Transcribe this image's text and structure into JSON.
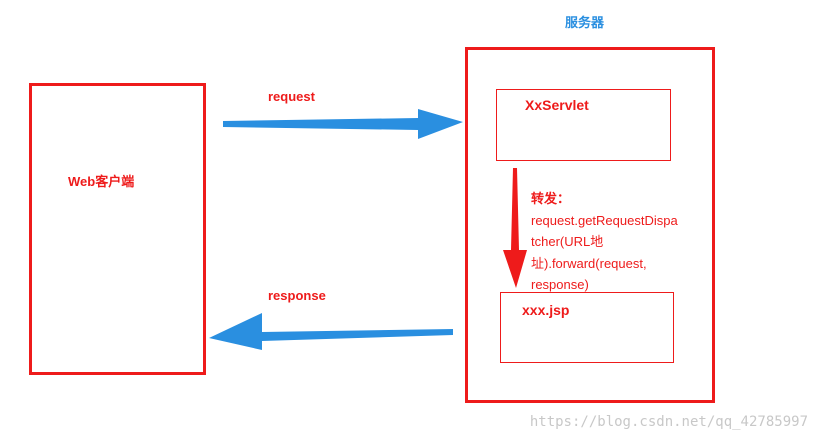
{
  "server": {
    "title": "服务器",
    "servlet_label": "XxServlet",
    "jsp_label": "xxx.jsp",
    "forward_note": {
      "title": "转发：",
      "lines": [
        "request.getRequestDispa",
        "tcher(URL地",
        "址).forward(request,",
        "response)"
      ]
    }
  },
  "client": {
    "label": "Web客户端"
  },
  "edges": {
    "request_label": "request",
    "response_label": "response"
  },
  "colors": {
    "box_red": "#ee1b1b",
    "arrow_blue": "#2a8fe0",
    "title_blue": "#2a8fe0"
  },
  "watermark": "https://blog.csdn.net/qq_42785997"
}
